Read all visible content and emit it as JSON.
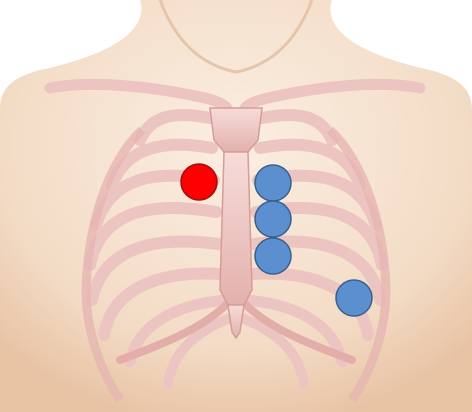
{
  "illustration": {
    "subject": "chest-ribcage",
    "colors": {
      "background": "#ffffff",
      "skin": "#f3dcc6",
      "skin_shade": "#e8c3a4",
      "bone": "#ecc4c1",
      "bone_edge": "#d49d99",
      "bone_shadow": "#c98582",
      "red_marker": "#ff0000",
      "blue_marker": "#5b8fd0",
      "marker_edge": "#3a5f8c"
    }
  },
  "markers": [
    {
      "id": "red-left-sternal",
      "color": "red"
    },
    {
      "id": "blue-right-upper",
      "color": "blue"
    },
    {
      "id": "blue-right-middle",
      "color": "blue"
    },
    {
      "id": "blue-right-lower",
      "color": "blue"
    },
    {
      "id": "blue-apex",
      "color": "blue"
    }
  ]
}
